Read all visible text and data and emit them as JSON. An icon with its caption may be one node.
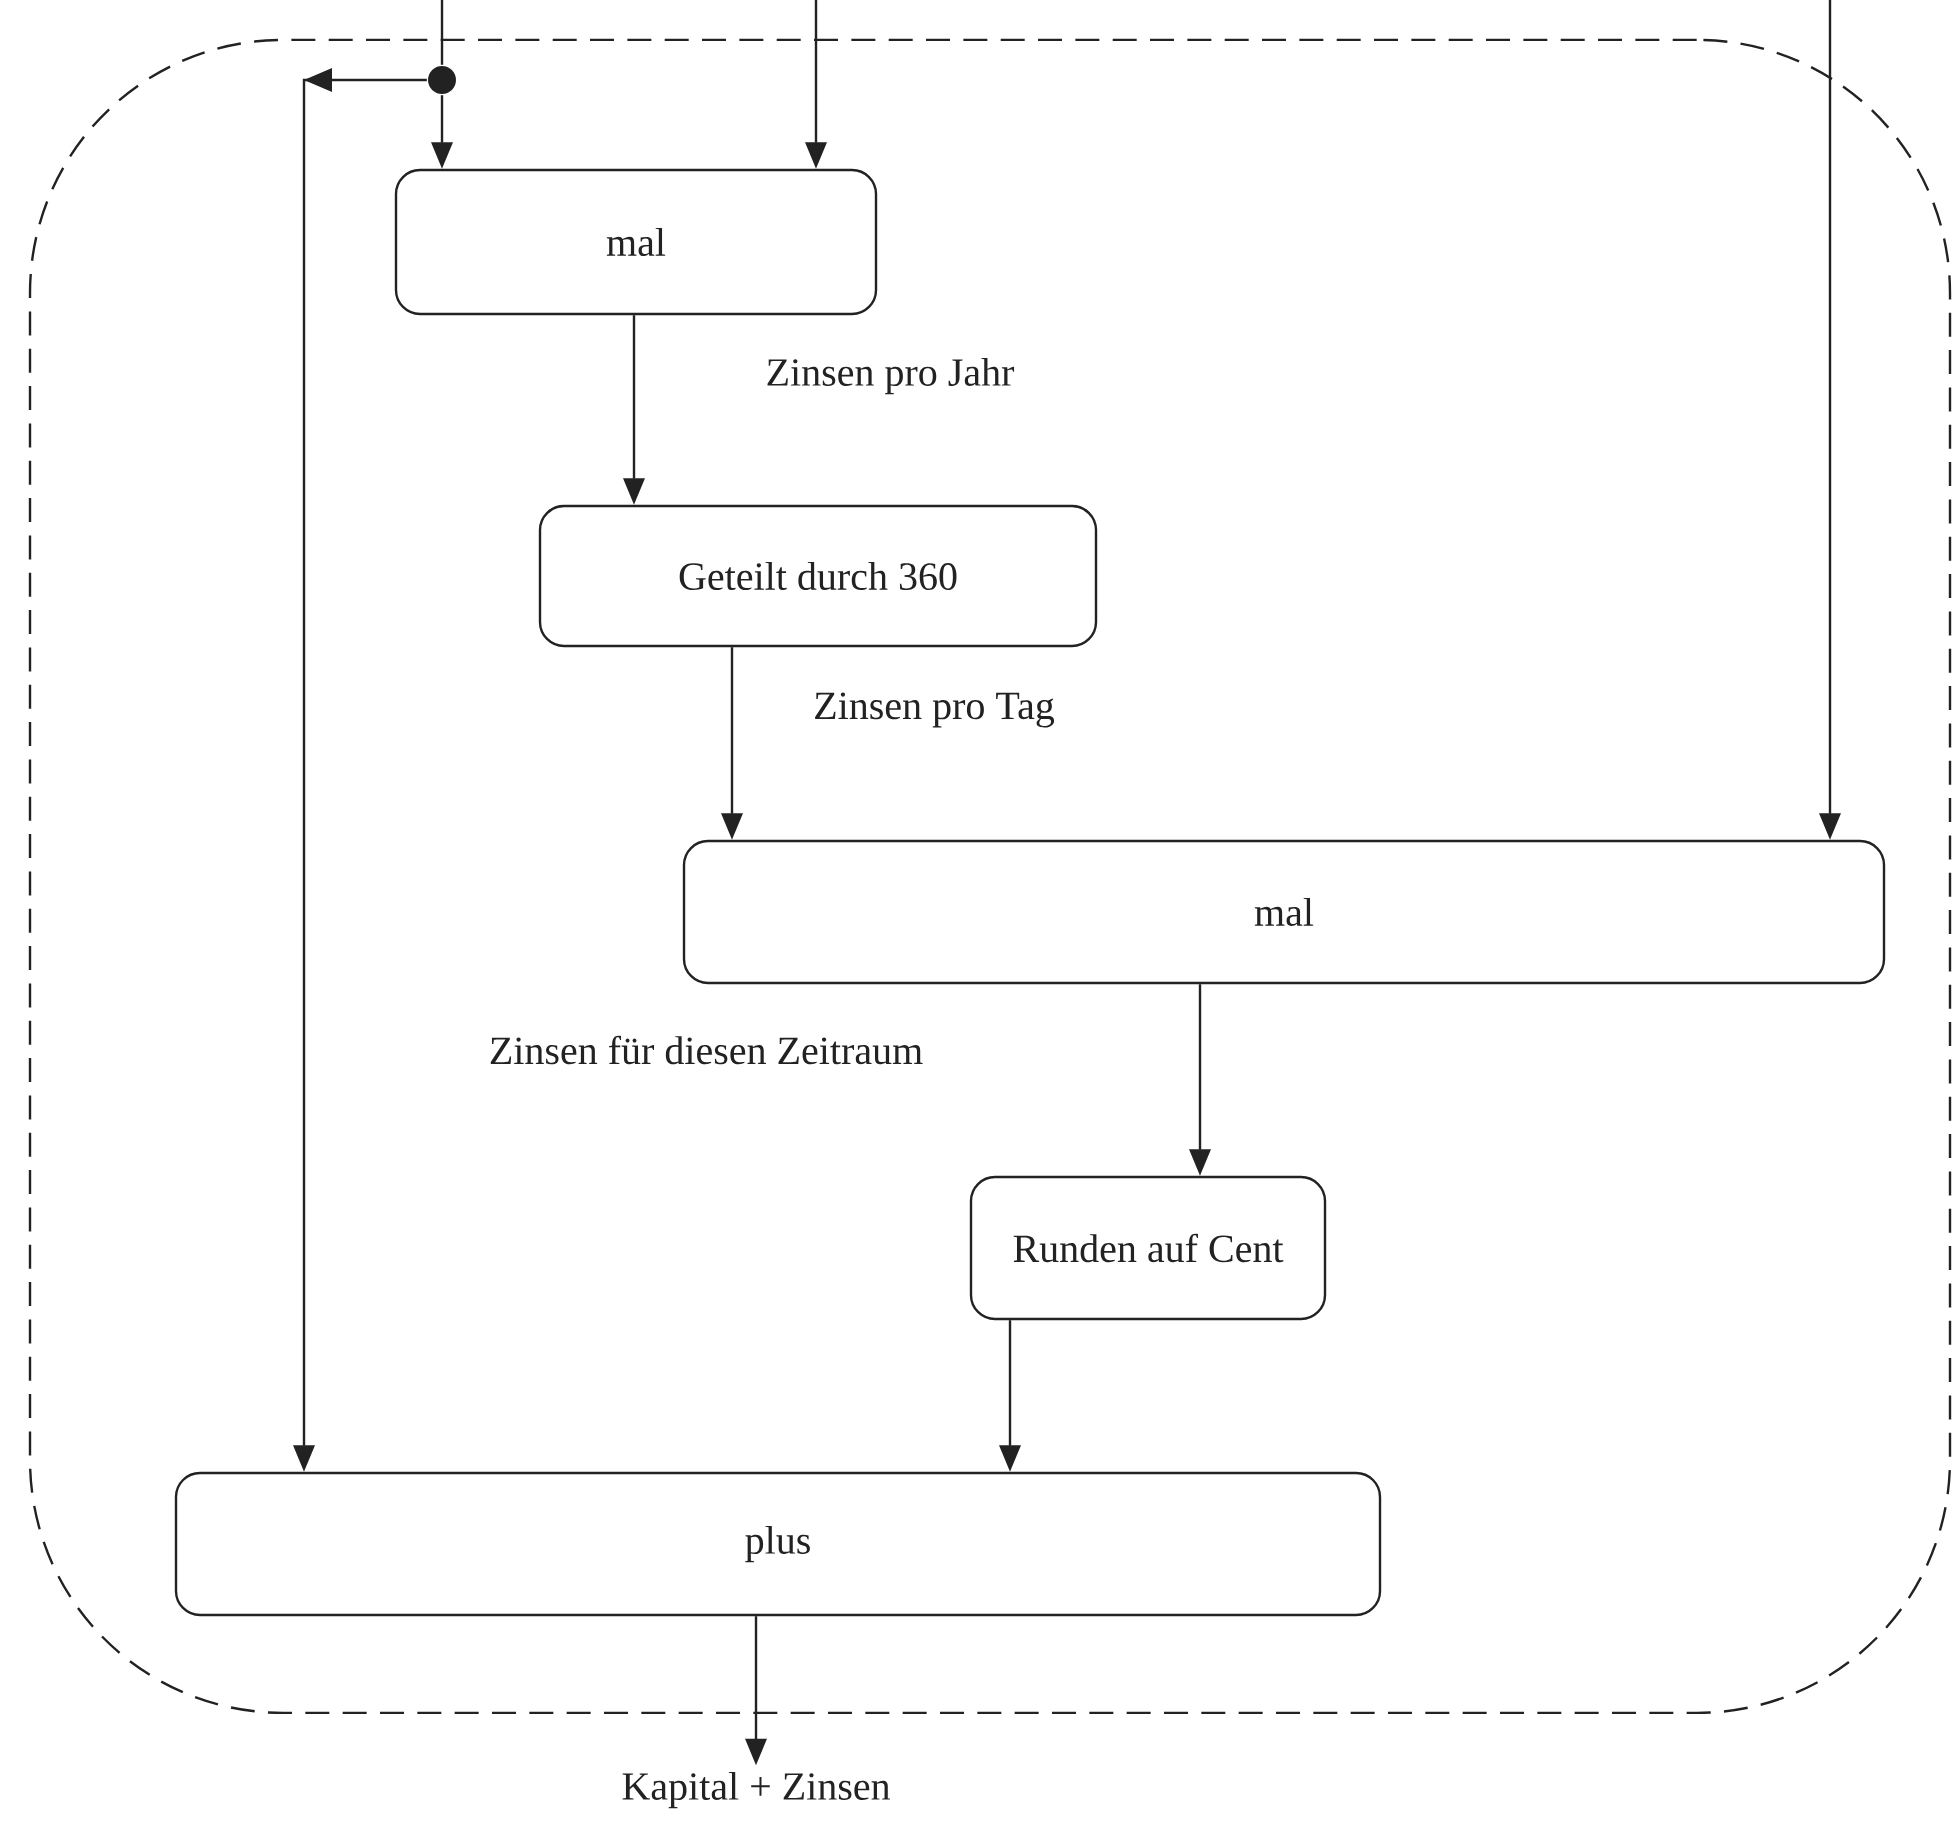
{
  "diagram": {
    "nodes": [
      {
        "text": [],
        "shape": "box"
      },
      {
        "text": [
          "mal"
        ],
        "in": 0
      },
      {
        "text": [
          "Geteilt durch 360"
        ],
        "in": 0
      },
      {
        "text": [
          "mal"
        ],
        "in": 0
      },
      {
        "text": [
          "Runden auf Cent"
        ],
        "in": 0
      },
      {
        "text": [
          "plus"
        ],
        "in": 0
      },
      {
        "text": [],
        "shape": "circle",
        "in": 0
      },
      {
        "text": [
          "Kapital + Zinsen"
        ]
      }
    ],
    "edges": [
      {
        "from": null,
        "to": 6,
        "arrow": "none"
      },
      {
        "from": 6,
        "to": 1,
        "arrow": "to"
      },
      {
        "from": 6,
        "to": 5,
        "arrow": "to"
      },
      {
        "from": null,
        "to": 1,
        "arrow": "to"
      },
      {
        "from": null,
        "to": 3,
        "arrow": "to"
      },
      {
        "from": 1,
        "to": 2,
        "arrow": "to",
        "label": "Zinsen pro Jahr"
      },
      {
        "from": 2,
        "to": 3,
        "arrow": "to",
        "label": "Zinsen pro Tag"
      },
      {
        "from": 3,
        "to": 4,
        "arrow": "to"
      },
      {
        "from": 4,
        "to": 5,
        "arrow": "to"
      },
      {
        "from": 5,
        "to": 7,
        "arrow": "to"
      }
    ],
    "labels": [
      "Zinsen für diesen Zeitraum"
    ]
  }
}
